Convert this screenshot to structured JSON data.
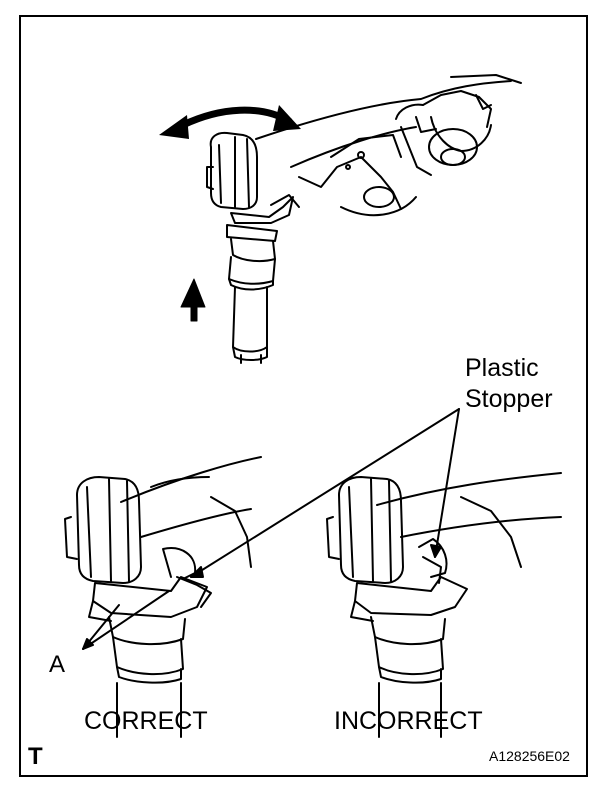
{
  "labels": {
    "plastic": "Plastic",
    "stopper": "Stopper",
    "part_a": "A",
    "correct": "CORRECT",
    "incorrect": "INCORRECT",
    "corner_mark": "T",
    "figure_code": "A128256E02"
  },
  "colors": {
    "line": "#000000",
    "background": "#ffffff"
  },
  "icons": [
    "rotate-arrow-icon",
    "push-arrow-icon"
  ]
}
